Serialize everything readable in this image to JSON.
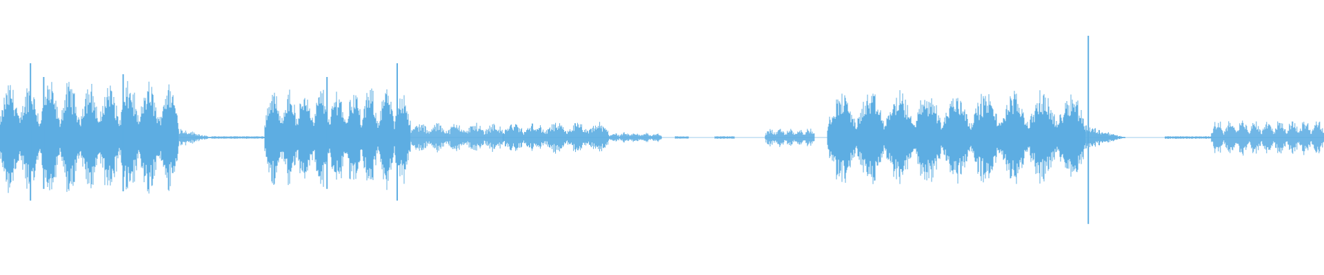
{
  "waveform": {
    "color": "#5dade2",
    "center": 0.5,
    "segments": [
      {
        "start": 0.0,
        "end": 0.135,
        "amp": 0.22,
        "envelope": "speech"
      },
      {
        "start": 0.135,
        "end": 0.16,
        "amp": 0.04,
        "envelope": "fade"
      },
      {
        "start": 0.16,
        "end": 0.2,
        "amp": 0.005,
        "envelope": "flat"
      },
      {
        "start": 0.2,
        "end": 0.31,
        "amp": 0.2,
        "envelope": "speech"
      },
      {
        "start": 0.31,
        "end": 0.38,
        "amp": 0.06,
        "envelope": "low"
      },
      {
        "start": 0.38,
        "end": 0.46,
        "amp": 0.06,
        "envelope": "low"
      },
      {
        "start": 0.46,
        "end": 0.5,
        "amp": 0.02,
        "envelope": "low"
      },
      {
        "start": 0.51,
        "end": 0.52,
        "amp": 0.005,
        "envelope": "flat"
      },
      {
        "start": 0.54,
        "end": 0.555,
        "amp": 0.005,
        "envelope": "flat"
      },
      {
        "start": 0.578,
        "end": 0.615,
        "amp": 0.04,
        "envelope": "low"
      },
      {
        "start": 0.625,
        "end": 0.82,
        "amp": 0.18,
        "envelope": "speech"
      },
      {
        "start": 0.82,
        "end": 0.85,
        "amp": 0.05,
        "envelope": "fade"
      },
      {
        "start": 0.88,
        "end": 0.915,
        "amp": 0.005,
        "envelope": "flat"
      },
      {
        "start": 0.915,
        "end": 1.0,
        "amp": 0.07,
        "envelope": "speech"
      }
    ],
    "peaks": [
      {
        "pos": 0.023,
        "amp": 0.27
      },
      {
        "pos": 0.033,
        "amp": 0.22
      },
      {
        "pos": 0.093,
        "amp": 0.23
      },
      {
        "pos": 0.247,
        "amp": 0.22
      },
      {
        "pos": 0.3,
        "amp": 0.27
      },
      {
        "pos": 0.822,
        "amp": 0.37
      }
    ]
  }
}
